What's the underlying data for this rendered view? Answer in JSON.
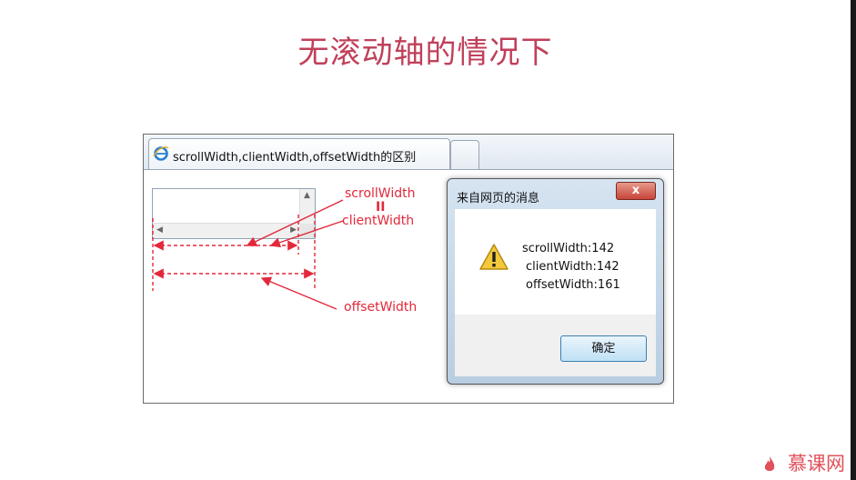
{
  "slide": {
    "title": "无滚动轴的情况下",
    "logo_text": "慕课网"
  },
  "browser": {
    "tab_title": "scrollWidth,clientWidth,offsetWidth的区别",
    "tab_icon": "ie-icon"
  },
  "annotations": {
    "scroll_width": "scrollWidth",
    "equals": "II",
    "client_width": "clientWidth",
    "offset_width": "offsetWidth"
  },
  "dialog": {
    "title": "来自网页的消息",
    "close_glyph": "x",
    "icon": "warning-icon",
    "lines": [
      "scrollWidth:142",
      "clientWidth:142",
      "offsetWidth:161"
    ],
    "ok_label": "确定"
  },
  "colors": {
    "title": "#c0405a",
    "annotation": "#e2283a",
    "logo": "#e0505a"
  }
}
